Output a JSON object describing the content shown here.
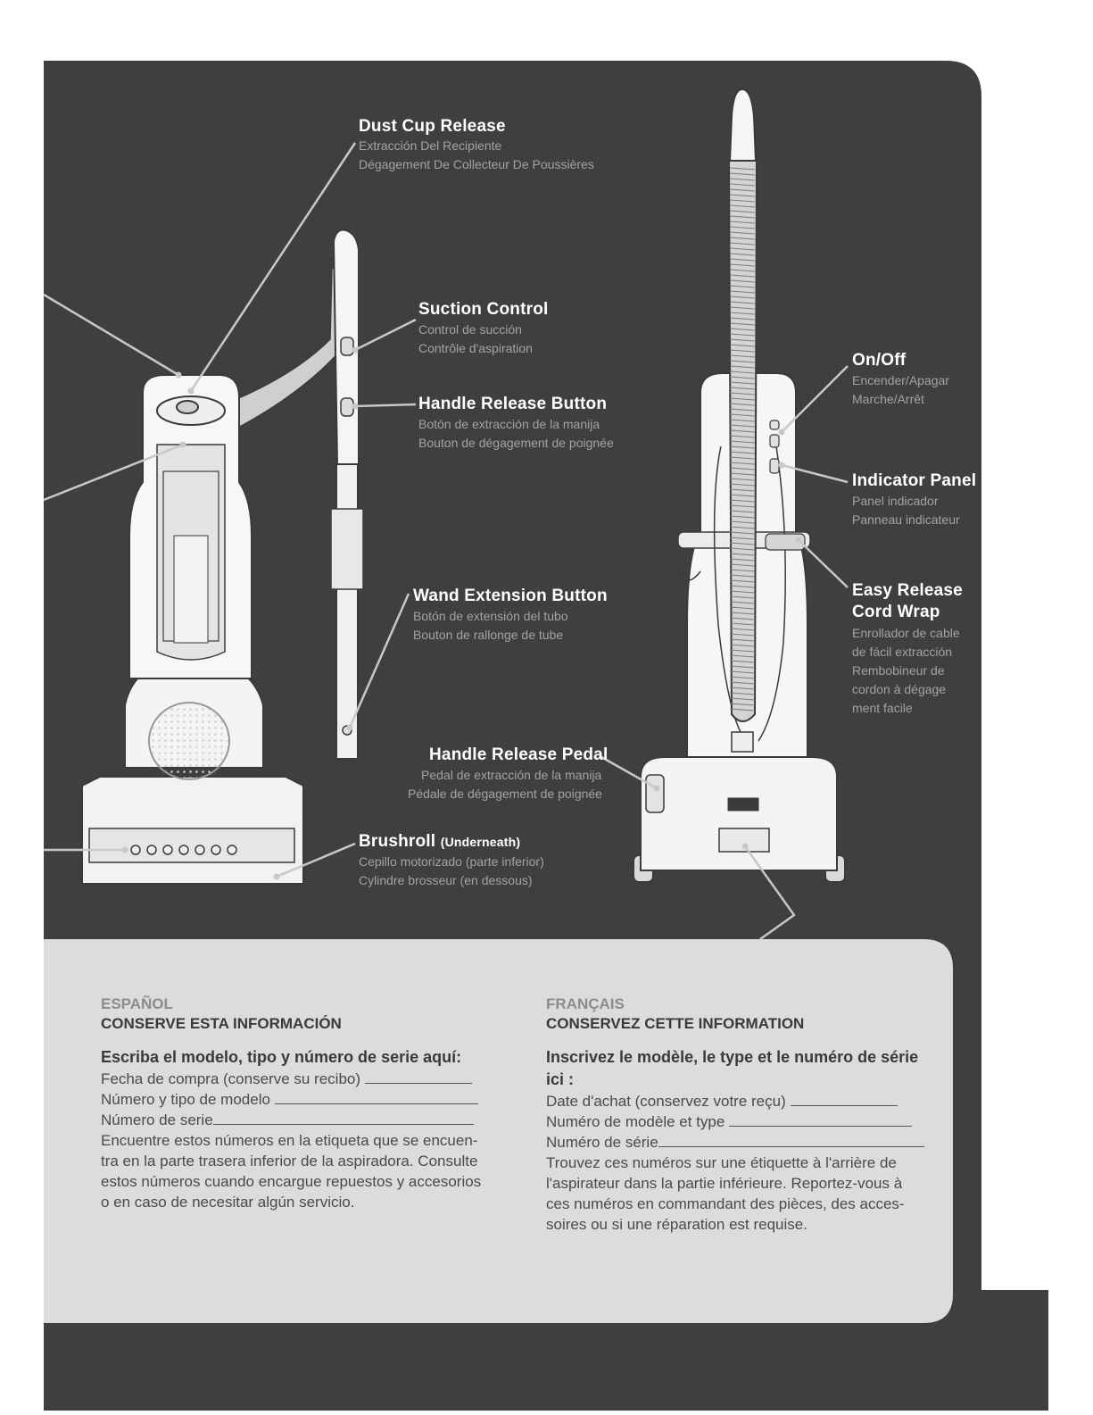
{
  "colors": {
    "panel_dark": "#3f3f3f",
    "panel_light": "#dcdcdc",
    "label_white": "#ffffff",
    "label_grey": "#a3a3a3",
    "leader": "#c8c8c8"
  },
  "callouts": {
    "dust_cup": {
      "title": "Dust Cup Release",
      "es": "Extracción Del Recipiente",
      "fr": "Dégagement De Collecteur De Poussières"
    },
    "suction": {
      "title": "Suction Control",
      "es": "Control de succión",
      "fr": "Contrôle d'aspiration"
    },
    "handle_btn": {
      "title": "Handle Release Button",
      "es": "Botón de extracción de la manija",
      "fr": "Bouton de dégagement de poignée"
    },
    "wand": {
      "title": "Wand Extension Button",
      "es": "Botón de extensión del tubo",
      "fr": "Bouton de rallonge de tube"
    },
    "pedal": {
      "title": "Handle Release Pedal",
      "es": "Pedal de extracción de la manija",
      "fr": "Pédale de dégagement de poignée"
    },
    "brushroll": {
      "title": "Brushroll",
      "title_note": "(Underneath)",
      "es": "Cepillo motorizado (parte inferior)",
      "fr": "Cylindre brosseur (en dessous)"
    },
    "onoff": {
      "title": "On/Off",
      "es": "Encender/Apagar",
      "fr": "Marche/Arrêt"
    },
    "indicator": {
      "title": "Indicator Panel",
      "es": "Panel indicador",
      "fr": "Panneau indicateur"
    },
    "cordwrap": {
      "title_1": "Easy Release",
      "title_2": "Cord Wrap",
      "es_1": "Enrollador de cable",
      "es_2": "de fácil extracción",
      "fr_1": "Rembobineur de",
      "fr_2": "cordon à dégage",
      "fr_3": "ment facile"
    }
  },
  "info": {
    "es": {
      "lang": "ESPAÑOL",
      "heading": "CONSERVE ESTA INFORMACIÓN",
      "prompt": "Escriba el modelo, tipo y número de serie aquí:",
      "line1": "Fecha de compra (conserve su recibo)",
      "line2": "Número y tipo de modelo",
      "line3": "Número de serie",
      "body": "Encuentre estos números en la etiqueta que se encuen-\ntra en la parte trasera inferior de la aspiradora. Consulte\nestos números cuando encargue repuestos y accesorios\no en caso de necesitar algún servicio."
    },
    "fr": {
      "lang": "FRANÇAIS",
      "heading": "CONSERVEZ CETTE INFORMATION",
      "prompt": "Inscrivez le modèle, le type et le numéro de série ici :",
      "line1": "Date d'achat (conservez votre reçu)",
      "line2": "Numéro de modèle et type",
      "line3": "Numéro de série",
      "body": "Trouvez ces numéros sur une étiquette à l'arrière de\nl'aspirateur dans la partie inférieure. Reportez-vous à\nces numéros en commandant des pièces, des acces-\nsoires ou si une réparation est requise."
    }
  }
}
